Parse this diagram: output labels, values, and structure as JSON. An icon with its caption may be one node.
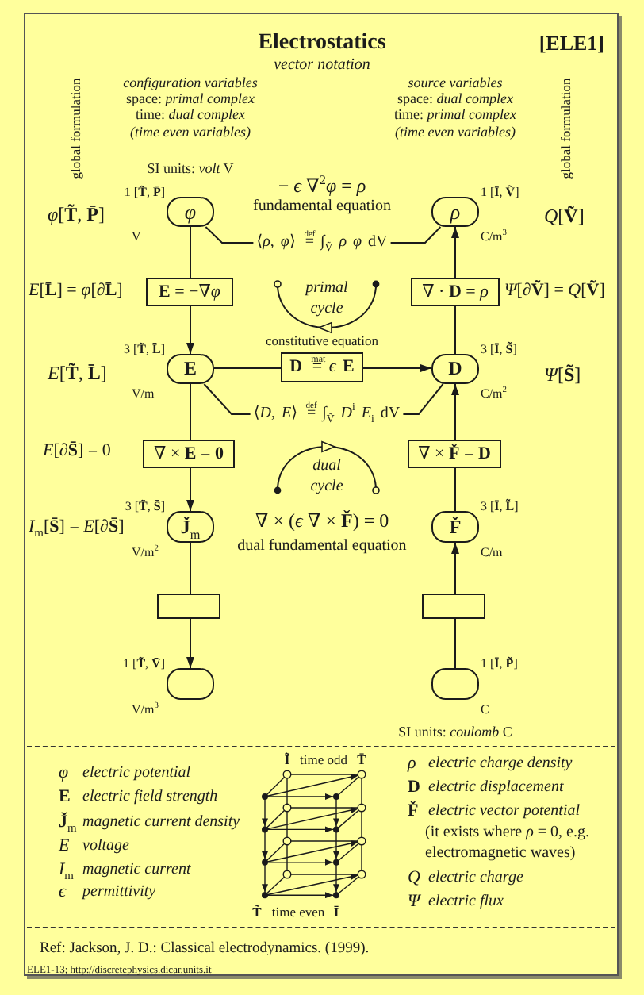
{
  "diagram": {
    "title": "Electrostatics",
    "nodes": [
      {
        "text": [
          "φ"
        ],
        "beside": [
          "1 [**T̃**, **P̄**]",
          "V"
        ]
      },
      {
        "text": [
          "ρ"
        ],
        "beside": [
          "1 [**Ī**, **Ṽ**]",
          "C/m$^{3}$"
        ]
      },
      {
        "text": [
          "⟨*ρ*, *φ*⟩ $^{def}$= ∫$_{Ṽ}$ *ρ* *φ* dV"
        ]
      },
      {
        "text": [
          "**E** = −∇*φ*"
        ]
      },
      {
        "text": [
          "∇ · **D** = *ρ*"
        ]
      },
      {
        "text": [
          "E"
        ],
        "beside": [
          "3 [**T̃**, **L̄**]",
          "V/m"
        ]
      },
      {
        "text": [
          "**D** $^{mat}$= *ϵ* **E**"
        ],
        "beside": [
          "constitutive equation"
        ]
      },
      {
        "text": [
          "D"
        ],
        "beside": [
          "3 [**Ī**, **S̃**]",
          "C/m$^{2}$"
        ]
      },
      {
        "text": [
          "⟨*D*, *E*⟩ $^{def}$= ∫$_{Ṽ}$ *D*$^{i}$ *E*$_{i}$ dV"
        ]
      },
      {
        "text": [
          "∇ × **E** = **0**"
        ]
      },
      {
        "text": [
          "∇ × **F̌** = **D**"
        ]
      },
      {
        "text": [
          "**J̌**$_{m}$"
        ],
        "beside": [
          "3 [**T̃**, **S̄**]",
          "V/m$^{2}$"
        ]
      },
      {
        "text": [
          "F̌"
        ],
        "beside": [
          "3 [**Ī**, **L̃**]",
          "C/m"
        ]
      },
      {
        "text": [],
        "shape": "box"
      },
      {
        "text": [],
        "shape": "box"
      },
      {
        "text": [],
        "shape": "box",
        "beside": [
          "1 [**T̃**, **V̄**]",
          "V/m$^{3}$"
        ]
      },
      {
        "text": [],
        "shape": "box",
        "beside": [
          "1 [**Ī**, **P̃**]",
          "C"
        ]
      }
    ],
    "edges": [
      {
        "from": 0,
        "to": 3,
        "arrow": "none"
      },
      {
        "from": 3,
        "to": 5,
        "arrow": "to"
      },
      {
        "from": 7,
        "to": 4,
        "arrow": "none"
      },
      {
        "from": 4,
        "to": 1,
        "arrow": "to"
      },
      {
        "from": 0,
        "to": 2,
        "arrow": "none"
      },
      {
        "from": 2,
        "to": 1,
        "arrow": "none"
      },
      {
        "from": 5,
        "to": 6,
        "arrow": "none"
      },
      {
        "from": 6,
        "to": 7,
        "arrow": "to"
      },
      {
        "from": 5,
        "to": 8,
        "arrow": "none"
      },
      {
        "from": 8,
        "to": 7,
        "arrow": "none"
      },
      {
        "from": 5,
        "to": 9,
        "arrow": "none"
      },
      {
        "from": 9,
        "to": 11,
        "arrow": "to"
      },
      {
        "from": 12,
        "to": 10,
        "arrow": "none"
      },
      {
        "from": 10,
        "to": 7,
        "arrow": "to"
      },
      {
        "from": 11,
        "to": 13,
        "arrow": "none"
      },
      {
        "from": 13,
        "to": 15,
        "arrow": "to"
      },
      {
        "from": 16,
        "to": 14,
        "arrow": "none"
      },
      {
        "from": 14,
        "to": 12,
        "arrow": "to"
      }
    ],
    "labels": [
      "[ELE1]",
      "vector notation",
      "global formulation",
      "configuration variables",
      "space: *primal complex*",
      "time: *dual complex*",
      "(time even variables)",
      "source variables",
      "space: *dual complex*",
      "time: *primal complex*",
      "(time even variables)",
      "global formulation",
      "SI units: *volt* V",
      "− *ϵ* ∇$^{2}$*φ* = *ρ*",
      "fundamental equation",
      "*φ*[**T̃**, **P̄**]",
      "*Q*[**Ṽ**]",
      "*E*[**L̄**] = *φ*[∂**L̄**]",
      "primal cycle",
      "*Ψ*[∂**Ṽ**] = *Q*[**Ṽ**]",
      "*E*[**T̃**, **L̄**]",
      "*Ψ*[**S̃**]",
      "*E*[∂**S̄**] = 0",
      "dual cycle",
      "*I*$_{m}$[**S̄**] = *E*[∂**S̄**]",
      "∇ × (*ϵ* ∇ × **F̌**) = 0",
      "dual fundamental equation",
      "SI units: *coulomb* C",
      "φ",
      "electric potential",
      "E",
      "electric field strength",
      "**J̌**$_{m}$",
      "magnetic current density",
      "E",
      "voltage",
      "*I*$_{m}$",
      "magnetic current",
      "ϵ",
      "permittivity",
      "Ĩ",
      "time odd",
      "T̄",
      "T̃",
      "time even",
      "Ī",
      "ρ",
      "electric charge density",
      "D",
      "electric displacement",
      "F̌",
      "electric vector potential",
      "(it exists where *ρ* = 0, e.g. electromagnetic waves)",
      "Q",
      "electric charge",
      "Ψ",
      "electric flux",
      "Ref: Jackson, J. D.: Classical electrodynamics. (1999).",
      "ELE1-13; http://discretephysics.dicar.units.it"
    ]
  }
}
